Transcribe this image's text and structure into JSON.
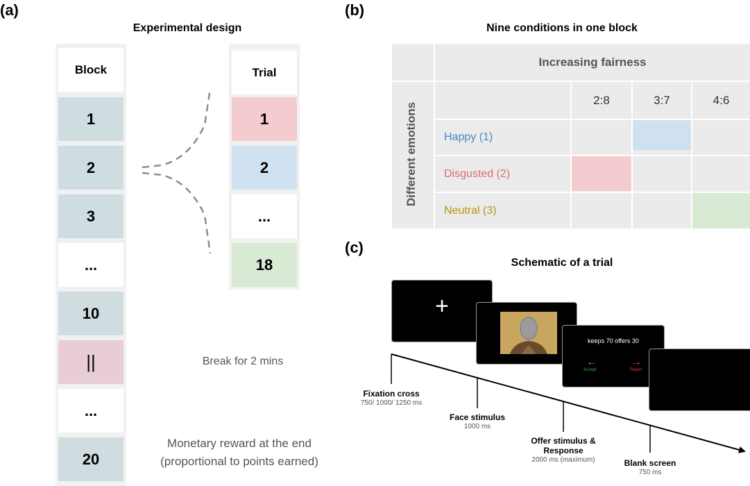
{
  "panel_a": {
    "letter": "(a)",
    "title": "Experimental design",
    "block_header": "Block",
    "blocks": [
      "1",
      "2",
      "3",
      "...",
      "10",
      "||",
      "...",
      "20"
    ],
    "trial_header": "Trial",
    "trials": [
      "1",
      "2",
      "...",
      "18"
    ],
    "break_note": "Break for 2 mins",
    "reward_note_line1": "Monetary reward at the end",
    "reward_note_line2": "(proportional to points earned)",
    "colors": {
      "block": "#cfdde1",
      "trial_disgusted": "#f4cccf",
      "trial_happy": "#cfe0f1",
      "trial_neutral": "#d8ead3",
      "break": "#e8ccd8"
    }
  },
  "panel_b": {
    "letter": "(b)",
    "title": "Nine conditions in one block",
    "col_group_label": "Increasing fairness",
    "row_group_label": "Different emotions",
    "columns": [
      "2:8",
      "3:7",
      "4:6"
    ],
    "rows": [
      {
        "label": "Happy (1)",
        "color": "#4a86c5",
        "highlight_col": 1,
        "cell_color": "#cfe0f1"
      },
      {
        "label": "Disgusted (2)",
        "color": "#e06a72",
        "highlight_col": 0,
        "cell_color": "#f4cccf"
      },
      {
        "label": "Neutral (3)",
        "color": "#b8950e",
        "highlight_col": 2,
        "cell_color": "#d8ead3"
      }
    ]
  },
  "panel_c": {
    "letter": "(c)",
    "title": "Schematic of a trial",
    "fixation_symbol": "+",
    "offer_text": "keeps 70 offers 30",
    "accept_label": "Accept",
    "reject_label": "Reject",
    "events": [
      {
        "name": "Fixation cross",
        "duration": "750/ 1000/ 1250 ms"
      },
      {
        "name": "Face stimulus",
        "duration": "1000 ms"
      },
      {
        "name_line1": "Offer stimulus &",
        "name_line2": "Response",
        "duration": "2000 ms (maximum)"
      },
      {
        "name": "Blank screen",
        "duration": "750 ms"
      }
    ]
  }
}
